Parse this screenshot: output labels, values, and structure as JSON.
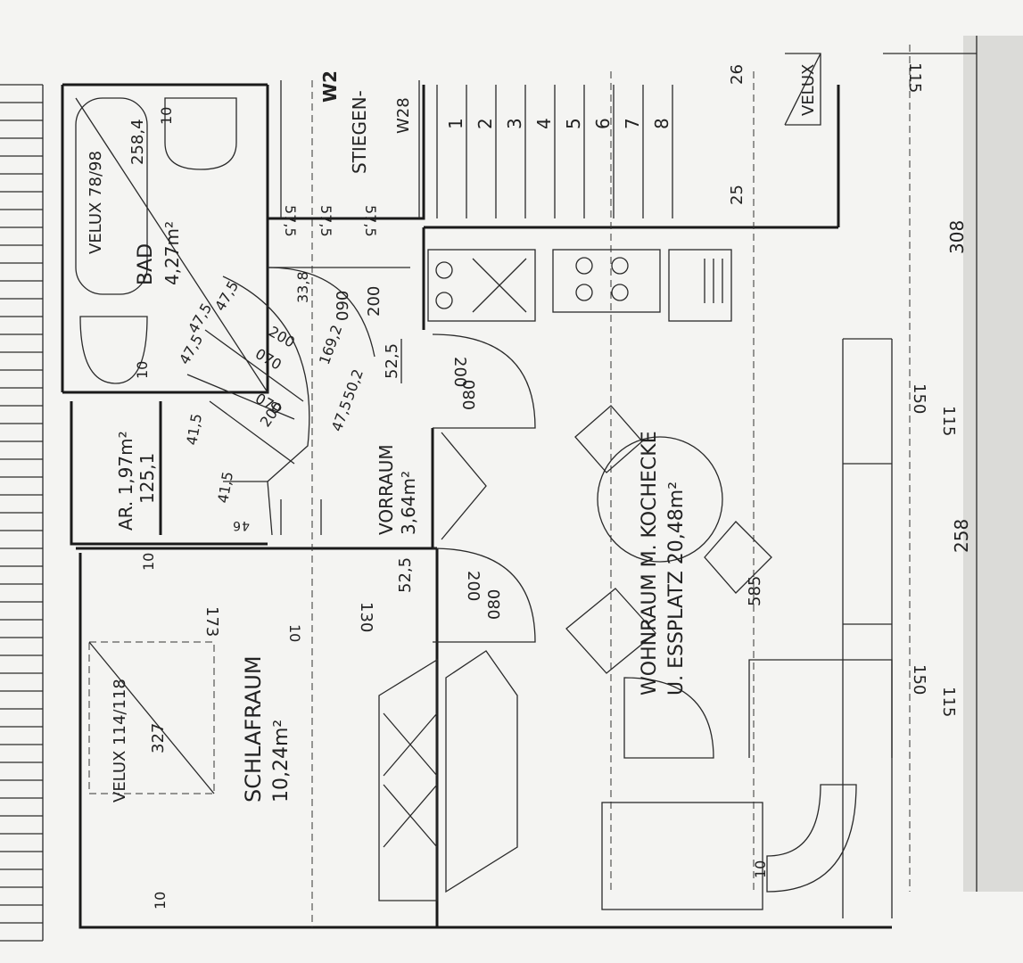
{
  "labels": {
    "velux_bath": "VELUX 78/98",
    "velux_bath_num": "258,4",
    "bad_name": "BAD",
    "bad_area": "4,27m²",
    "ar_name": "AR. 1,97m²",
    "ar_num": "125,1",
    "vorraum_name": "VORRAUM",
    "vorraum_area": "3,64m²",
    "schlafraum_name": "SCHLAFRAUM",
    "schlafraum_area": "10,24m²",
    "velux_sleep": "VELUX 114/118",
    "velux_sleep_num": "327",
    "wohnraum_line1": "WOHNRAUM M. KOCHECKE",
    "wohnraum_line2": "U. ESSPLATZ 20,48m²",
    "wohn_num": "585",
    "velux_right": "VELUX",
    "stiegen": "STIEGEN-",
    "w28": "W28",
    "w2": "W2",
    "dim_308": "308",
    "dim_258": "258",
    "dim_150a": "150",
    "dim_115a": "115",
    "dim_150b": "150",
    "dim_115b": "115",
    "dim_115_top": "115",
    "dim_26": "26",
    "dim_25": "25",
    "dim_10a": "10",
    "dim_10b": "10",
    "dim_10c": "10",
    "dim_10d": "10",
    "dim_10e": "10",
    "dim_10f": "10",
    "dim_173": "173",
    "dim_130": "130",
    "dim_57a": "57,5",
    "dim_57b": "57,5",
    "dim_57c": "57,5",
    "dim_338": "33,8",
    "dim_090": "090",
    "dim_200top": "200",
    "dim_525a": "52,5",
    "dim_525b": "52,5",
    "door1_h": "200",
    "door1_w": "080",
    "door2_h": "200",
    "door2_w": "080",
    "stair_a": "47,5",
    "stair_b": "47,5",
    "stair_c": "47,5",
    "stair_d": "41,5",
    "stair_e": "41,5",
    "stair_200a": "200",
    "stair_070a": "070",
    "stair_070b": "070",
    "stair_200b": "200",
    "stair_1692": "169,2",
    "stair_502": "50,2",
    "stair_475": "47,5",
    "stair_4": "4",
    "stair_6": "6",
    "step_numbers": [
      "1",
      "2",
      "3",
      "4",
      "5",
      "6",
      "7",
      "8"
    ]
  }
}
